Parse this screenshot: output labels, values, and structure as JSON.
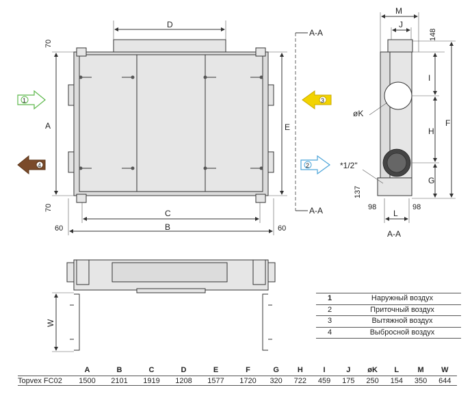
{
  "front_view": {
    "dims": {
      "D": "D",
      "A": "A",
      "C": "C",
      "B": "B",
      "E": "E",
      "top_offset": "70",
      "bottom_offset": "70",
      "left_margin": "60",
      "right_margin": "60"
    },
    "section_label": "A-A",
    "air_markers": {
      "outdoor": "1",
      "exhaust": "3",
      "supply": "2",
      "discharge": "4"
    }
  },
  "side_view": {
    "dims": {
      "M": "M",
      "J": "J",
      "top": "148",
      "I": "I",
      "K": "øK",
      "H": "H",
      "F": "F",
      "G": "G",
      "thread": "*1/2\"",
      "d137": "137",
      "left98": "98",
      "right98": "98",
      "L": "L"
    },
    "label": "A-A"
  },
  "top_view": {
    "dims": {
      "W": "W"
    }
  },
  "legend": [
    {
      "num": "1",
      "text": "Наружный воздух"
    },
    {
      "num": "2",
      "text": "Приточный воздух"
    },
    {
      "num": "3",
      "text": "Вытяжной воздух"
    },
    {
      "num": "4",
      "text": "Выбросной воздух"
    }
  ],
  "table": {
    "headers": [
      "",
      "A",
      "B",
      "C",
      "D",
      "E",
      "F",
      "G",
      "H",
      "I",
      "J",
      "øK",
      "L",
      "M",
      "W"
    ],
    "rows": [
      [
        "Topvex FC02",
        "1500",
        "2101",
        "1919",
        "1208",
        "1577",
        "1720",
        "320",
        "722",
        "459",
        "175",
        "250",
        "154",
        "350",
        "644"
      ]
    ]
  },
  "colors": {
    "outdoor_arrow": "#5cb84a",
    "exhaust_arrow": "#f2d300",
    "supply_arrow": "#4aa3d8",
    "discharge_arrow": "#7a4a2a"
  }
}
